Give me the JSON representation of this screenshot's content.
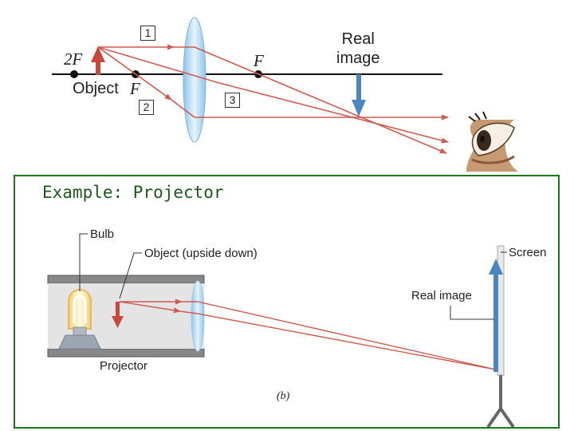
{
  "top_diagram": {
    "label_2f": "2F",
    "label_object": "Object",
    "label_f_left": "F",
    "label_f_right": "F",
    "label_real_image": "Real\nimage",
    "ray_numbers": [
      "1",
      "2",
      "3"
    ]
  },
  "projector_example": {
    "title": "Example: Projector",
    "label_bulb": "Bulb",
    "label_object": "Object (upside down)",
    "label_screen": "Screen",
    "label_real_image": "Real image",
    "label_projector": "Projector",
    "label_panel": "(b)"
  },
  "colors": {
    "ray": "#cf5a50",
    "object_arrow": "#c8473d",
    "image_arrow": "#4a87c2",
    "frame": "#1a7a1a",
    "lens": "#b9dcf3"
  }
}
